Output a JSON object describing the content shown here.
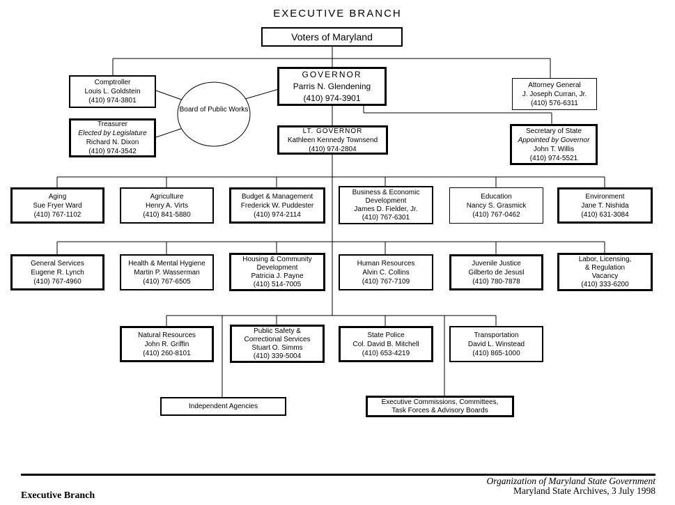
{
  "title": "EXECUTIVE BRANCH",
  "colors": {
    "line": "#000000",
    "background": "#ffffff",
    "text": "#000000"
  },
  "boxes": {
    "voters": {
      "l1": "Voters of Maryland"
    },
    "comptroller": {
      "l1": "Comptroller",
      "l2": "Louis L. Goldstein",
      "l3": "(410) 974-3801"
    },
    "treasurer": {
      "l1": "Treasurer",
      "l2": "Elected by Legislature",
      "l3": "Richard N. Dixon",
      "l4": "(410) 974-3542"
    },
    "governor": {
      "l1": "GOVERNOR",
      "l2": "Parris N. Glendening",
      "l3": "(410) 974-3901"
    },
    "attorney_general": {
      "l1": "Attorney General",
      "l2": "J. Joseph Curran, Jr.",
      "l3": "(410) 576-6311"
    },
    "secretary_of_state": {
      "l1": "Secretary of State",
      "l2": "Appointed by Governor",
      "l3": "John T. Willis",
      "l4": "(410) 974-5521"
    },
    "lt_governor": {
      "l1": "LT. GOVERNOR",
      "l2": "Kathleen Kennedy Townsend",
      "l3": "(410) 974-2804"
    },
    "board_public_works": {
      "l1": "Board of",
      "l2": "Public Works"
    },
    "aging": {
      "l1": "Aging",
      "l2": "Sue Fryer Ward",
      "l3": "(410) 767-1102"
    },
    "agriculture": {
      "l1": "Agriculture",
      "l2": "Henry A. Virts",
      "l3": "(410) 841-5880"
    },
    "budget": {
      "l1": "Budget & Management",
      "l2": "Frederick W. Puddester",
      "l3": "(410) 974-2114"
    },
    "business": {
      "l1": "Business & Economic",
      "l2": "Development",
      "l3": "James D. Fielder, Jr.",
      "l4": "(410) 767-6301"
    },
    "education": {
      "l1": "Education",
      "l2": "Nancy S. Grasmick",
      "l3": "(410) 767-0462"
    },
    "environment": {
      "l1": "Environment",
      "l2": "Jane T. Nishida",
      "l3": "(410) 631-3084"
    },
    "general_services": {
      "l1": "General Services",
      "l2": "Eugene R. Lynch",
      "l3": "(410) 767-4960"
    },
    "health": {
      "l1": "Health & Mental Hygiene",
      "l2": "Martin P. Wasserman",
      "l3": "(410) 767-6505"
    },
    "housing": {
      "l1": "Housing & Community",
      "l2": "Development",
      "l3": "Patricia J. Payne",
      "l4": "(410) 514-7005"
    },
    "human_resources": {
      "l1": "Human Resources",
      "l2": "Alvin C. Collins",
      "l3": "(410) 767-7109"
    },
    "juvenile_justice": {
      "l1": "Juvenile Justice",
      "l2": "Gilberto de Jesusl",
      "l3": "(410) 780-7878"
    },
    "labor": {
      "l1": "Labor, Licensing,",
      "l2": "& Regulation",
      "l3": "Vacancy",
      "l4": "(410) 333-6200"
    },
    "natural_resources": {
      "l1": "Natural Resources",
      "l2": "John R. Griffin",
      "l3": "(410) 260-8101"
    },
    "public_safety": {
      "l1": "Public Safety &",
      "l2": "Correctional Services",
      "l3": "Stuart O. Simms",
      "l4": "(410) 339-5004"
    },
    "state_police": {
      "l1": "State Police",
      "l2": "Col. David B. Mitchell",
      "l3": "(410) 653-4219"
    },
    "transportation": {
      "l1": "Transportation",
      "l2": "David L. Winstead",
      "l3": "(410) 865-1000"
    },
    "independent_agencies": {
      "l1": "Independent Agencies"
    },
    "commissions": {
      "l1": "Executive Commissions, Committees,",
      "l2": "Task Forces & Advisory Boards"
    }
  },
  "footer": {
    "caption_line1": "Organization of Maryland State Government",
    "caption_line2": "Maryland State Archives, 3 July 1998",
    "page_label": "Executive Branch"
  }
}
